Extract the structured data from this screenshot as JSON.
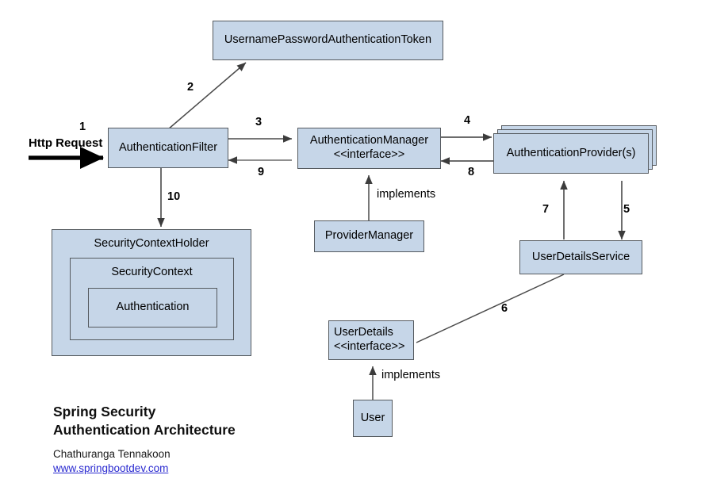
{
  "diagram": {
    "title_lines": [
      "Spring Security",
      "Authentication Architecture"
    ],
    "author": "Chathuranga Tennakoon",
    "website": "www.springbootdev.com",
    "colors": {
      "node_fill": "#c6d6e8",
      "node_border": "#555a5f",
      "arrow": "#3c3c3c",
      "link": "#2a2ad0",
      "background": "#ffffff"
    },
    "nodes": {
      "token": "UsernamePasswordAuthenticationToken",
      "auth_filter": "AuthenticationFilter",
      "auth_manager": "AuthenticationManager\n<<interface>>",
      "auth_provider": "AuthenticationProvider(s)",
      "provider_manager": "ProviderManager",
      "user_details_service": "UserDetailsService",
      "security_context_holder": "SecurityContextHolder",
      "security_context": "SecurityContext",
      "authentication": "Authentication",
      "user_details": "UserDetails\n<<interface>>",
      "user": "User"
    },
    "labels": {
      "http_request": "Http Request",
      "step1": "1",
      "step2": "2",
      "step3": "3",
      "step4": "4",
      "step5": "5",
      "step6": "6",
      "step7": "7",
      "step8": "8",
      "step9": "9",
      "step10": "10",
      "implements_manager": "implements",
      "implements_user": "implements"
    }
  }
}
